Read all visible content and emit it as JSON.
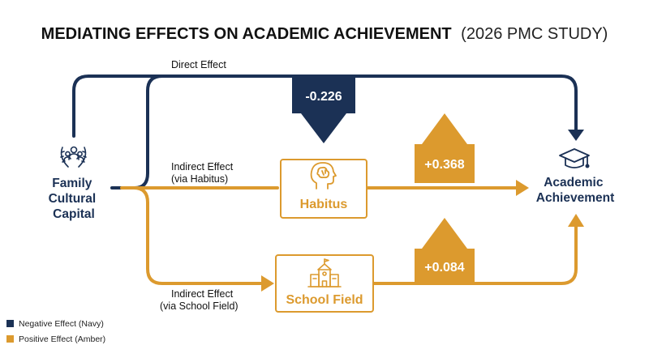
{
  "title": {
    "main": "MEDIATING EFFECTS ON ACADEMIC ACHIEVEMENT",
    "sub": "(2026 PMC STUDY)"
  },
  "nodes": {
    "source": {
      "line1": "Family",
      "line2": "Cultural",
      "line3": "Capital",
      "icon": "family-laurel-icon"
    },
    "target": {
      "line1": "Academic",
      "line2": "Achievement",
      "icon": "graduation-cap-icon"
    },
    "habitus": {
      "label": "Habitus",
      "icon": "brain-head-icon"
    },
    "school": {
      "label": "School Field",
      "icon": "school-building-icon"
    }
  },
  "paths": {
    "direct": {
      "label": "Direct Effect",
      "value": "-0.226",
      "sign": "negative"
    },
    "habitus": {
      "line1": "Indirect Effect",
      "line2": "(via Habitus)",
      "value": "+0.368",
      "sign": "positive"
    },
    "school": {
      "line1": "Indirect Effect",
      "line2": "(via School Field)",
      "value": "+0.084",
      "sign": "positive"
    }
  },
  "legend": [
    {
      "label": "Negative Effect (Navy)",
      "color": "#1b3155"
    },
    {
      "label": "Positive Effect (Amber)",
      "color": "#dc9a2e"
    }
  ],
  "colors": {
    "navy": "#1b3155",
    "amber": "#dc9a2e"
  }
}
